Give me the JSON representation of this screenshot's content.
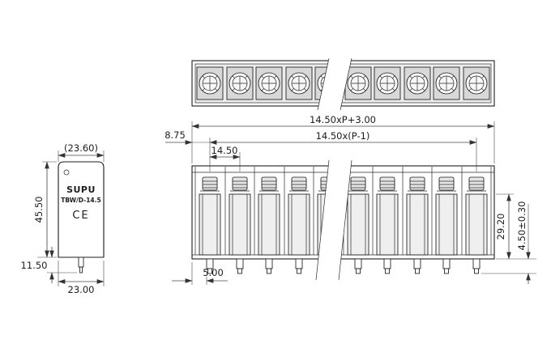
{
  "part": {
    "brand": "SUPU",
    "model": "TBW/D-14.5",
    "ce_mark": "CE"
  },
  "dims": {
    "overall_width": "14.50xP+3.00",
    "edge_to_first_pole": "8.75",
    "pitch": "14.50",
    "pole_span": "14.50x(P-1)",
    "body_height": "29.20",
    "pin_length": "4.50±0.30",
    "pin_offset": "5.00",
    "side_depth_ref": "(23.60)",
    "side_height": "45.50",
    "side_pin_section": "11.50",
    "side_depth": "23.00"
  }
}
